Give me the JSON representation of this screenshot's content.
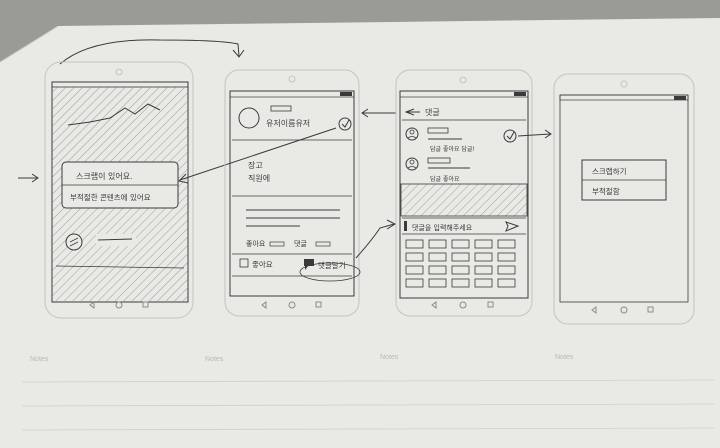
{
  "sheet": {
    "notes_label": "Notes"
  },
  "screen1": {
    "popup_line1": "스크랩이 있어요.",
    "popup_line2": "부적절한 콘텐츠에 있어요"
  },
  "screen2": {
    "user_name": "유저이름유저",
    "body_line1": "장고",
    "body_line2": "직원에",
    "like_count": "좋아요",
    "comment_count": "댓글",
    "like_button": "좋아요",
    "comment_button": "댓글달기"
  },
  "screen3": {
    "title": "댓글",
    "reply1": "답글 좋아요 답글!",
    "reply2": "답글 좋아요",
    "input_placeholder": "댓글을 입력해주세요"
  },
  "screen4": {
    "menu_item1": "스크랩하기",
    "menu_item2": "부적절함"
  },
  "colors": {
    "paper": "#e9e9e5",
    "pencil": "#3a3a3a",
    "printed_outline": "#c4c4c0"
  }
}
